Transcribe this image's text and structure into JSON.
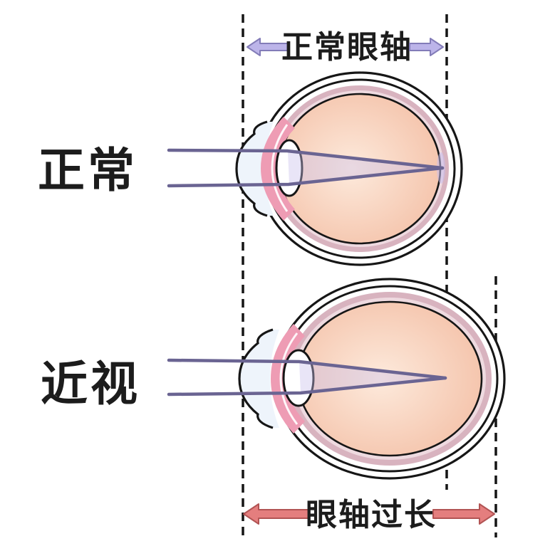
{
  "diagram": {
    "title_implicit": "",
    "normal": {
      "side_label": "正常",
      "axis_label": "正常眼轴"
    },
    "myopia": {
      "side_label": "近视",
      "axis_label": "眼轴过长"
    }
  },
  "icons": {
    "normal_axis_left_arrow": "arrow-left",
    "normal_axis_right_arrow": "arrow-right",
    "long_axis_left_arrow": "arrow-left",
    "long_axis_right_arrow": "arrow-right"
  },
  "colors": {
    "background": "#ffffff",
    "label_text": "#1c1c1c",
    "dashed_line": "#151515",
    "eye_outline": "#161616",
    "sclera_fill": "#ffffff",
    "choroid_ring": "#d8b3bf",
    "choroid_inner_band": "#eedae0",
    "eye_interior_center": "#fdeadc",
    "eye_interior_edge": "#f3bda3",
    "iris_pink": "#ee9cb4",
    "sliver_white": "#ffffff",
    "cornea_fill": "#eef4fb",
    "lens_fill": "#ffffff",
    "light_ray": "#6a6492",
    "light_cone": "#c9bdec",
    "axis_arrow_normal_fill": "#bcb4e9",
    "axis_arrow_normal_stroke": "#837cb8",
    "axis_arrow_long_fill": "#e47e7e",
    "axis_arrow_long_stroke": "#b25454"
  }
}
